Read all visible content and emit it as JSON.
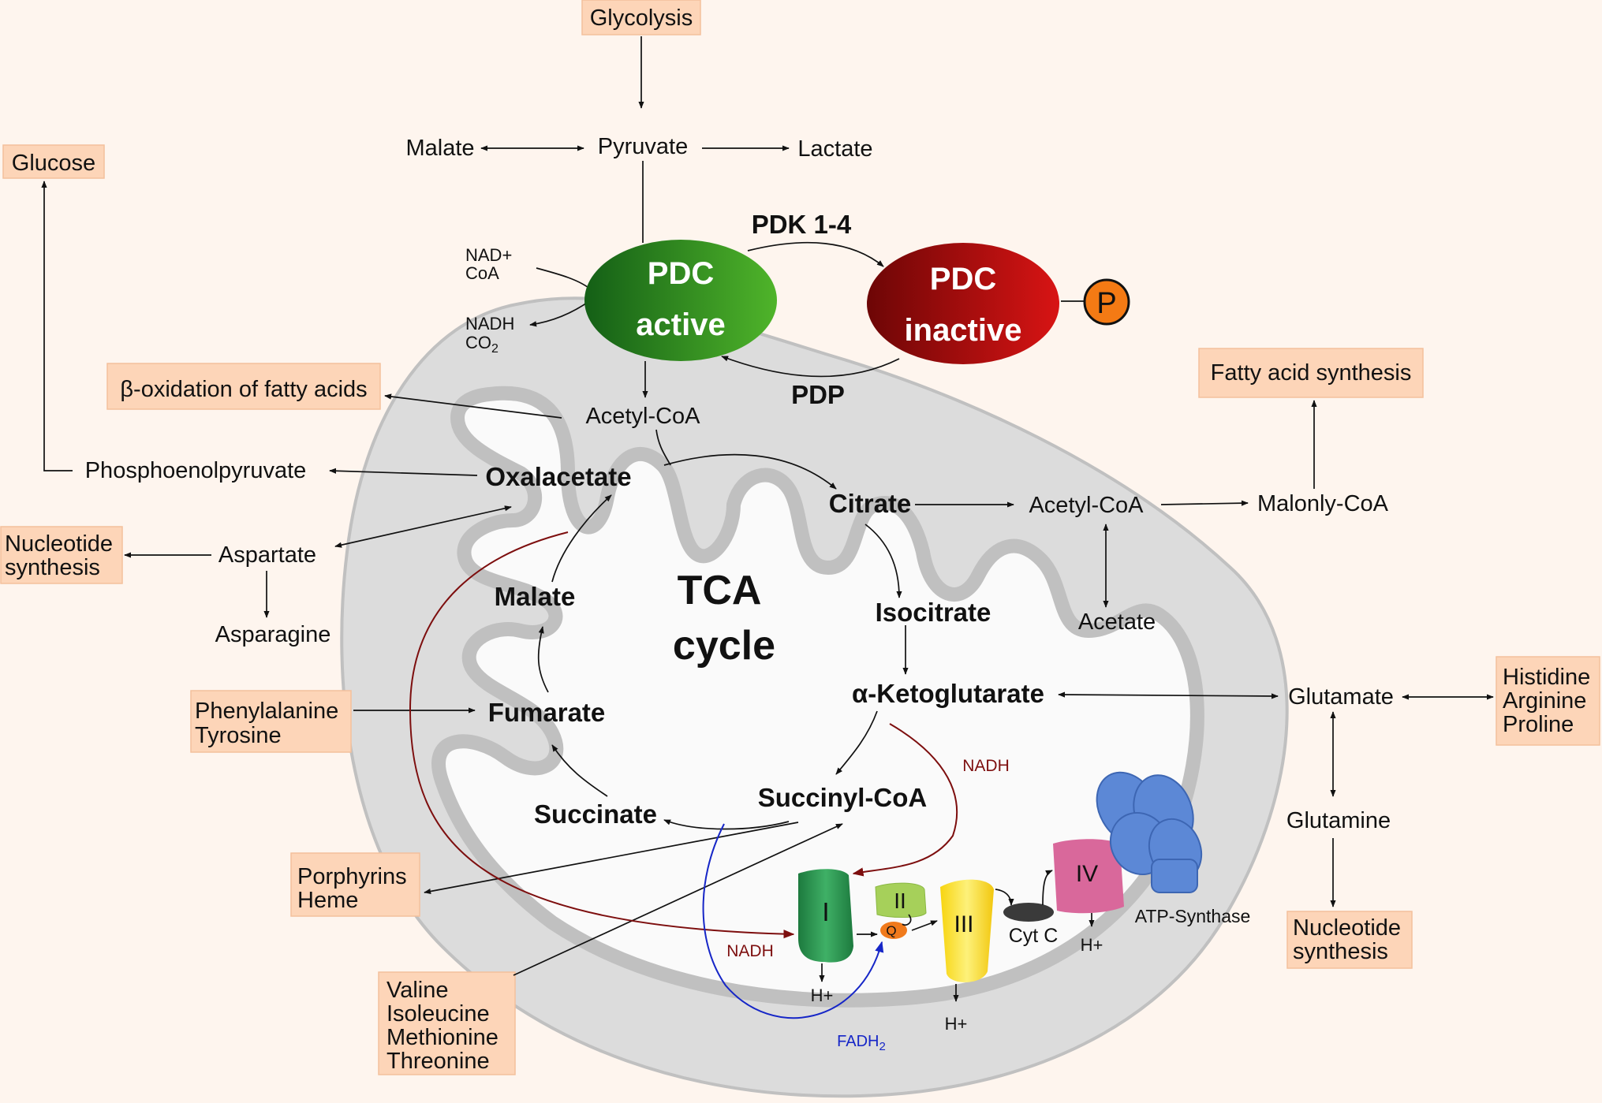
{
  "colors": {
    "background": "#fef5ee",
    "box_fill": "#fdd5b8",
    "pdc_active": "#2f8f1a",
    "pdc_inactive": "#b80d0d",
    "phosphate": "#f47a14",
    "nadh_arrow": "#7d0e0e",
    "fadh2_arrow": "#1626c7",
    "complex_I": "#2e9e56",
    "complex_II": "#a6d05a",
    "complex_III": "#f4de3c",
    "complex_IV": "#d9689b",
    "atp_synthase": "#5c88d6",
    "cytc": "#3a3a3a",
    "ubiquinone": "#f07a1c"
  },
  "boxes": {
    "glycolysis": "Glycolysis",
    "glucose": "Glucose",
    "beta_oxidation": "β-oxidation of fatty acids",
    "fatty_acid_synthesis": "Fatty acid synthesis",
    "nucleotide_left": [
      "Nucleotide",
      "synthesis"
    ],
    "phe_tyr": [
      "Phenylalanine",
      "Tyrosine"
    ],
    "porphyrins": [
      "Porphyrins",
      "Heme"
    ],
    "bcaa": [
      "Valine",
      "Isoleucine",
      "Methionine",
      "Threonine"
    ],
    "his_arg_pro": [
      "Histidine",
      "Arginine",
      "Proline"
    ],
    "nucleotide_right": [
      "Nucleotide",
      "synthesis"
    ]
  },
  "labels": {
    "malate_top": "Malate",
    "pyruvate": "Pyruvate",
    "lactate": "Lactate",
    "nad_coa": [
      "NAD+",
      "CoA"
    ],
    "nadh_co2": [
      "NADH",
      "CO",
      "2"
    ],
    "pdk": "PDK 1-4",
    "pdp": "PDP",
    "pdc_active": [
      "PDC",
      "active"
    ],
    "pdc_inactive": [
      "PDC",
      "inactive"
    ],
    "phosphate": "P",
    "acetylcoa_mito": "Acetyl-CoA",
    "phosphoenolpyruvate": "Phosphoenolpyruvate",
    "oxalacetate": "Oxalacetate",
    "citrate": "Citrate",
    "acetylcoa_cyto": "Acetyl-CoA",
    "malonly_coa": "Malonly-CoA",
    "acetate": "Acetate",
    "aspartate": "Aspartate",
    "asparagine": "Asparagine",
    "malate_tca": "Malate",
    "tca_cycle": [
      "TCA",
      "cycle"
    ],
    "isocitrate": "Isocitrate",
    "alpha_kg": "α-Ketoglutarate",
    "glutamate": "Glutamate",
    "glutamine": "Glutamine",
    "fumarate": "Fumarate",
    "succinyl_coa": "Succinyl-CoA",
    "succinate": "Succinate",
    "nadh_right": "NADH",
    "nadh_left": "NADH",
    "fadh2": [
      "FADH",
      "2"
    ],
    "complex_I": "I",
    "complex_II": "II",
    "complex_III": "III",
    "complex_IV": "IV",
    "q": "Q",
    "cytc": "Cyt C",
    "atp_synthase": "ATP-Synthase",
    "h_plus": "H+"
  }
}
